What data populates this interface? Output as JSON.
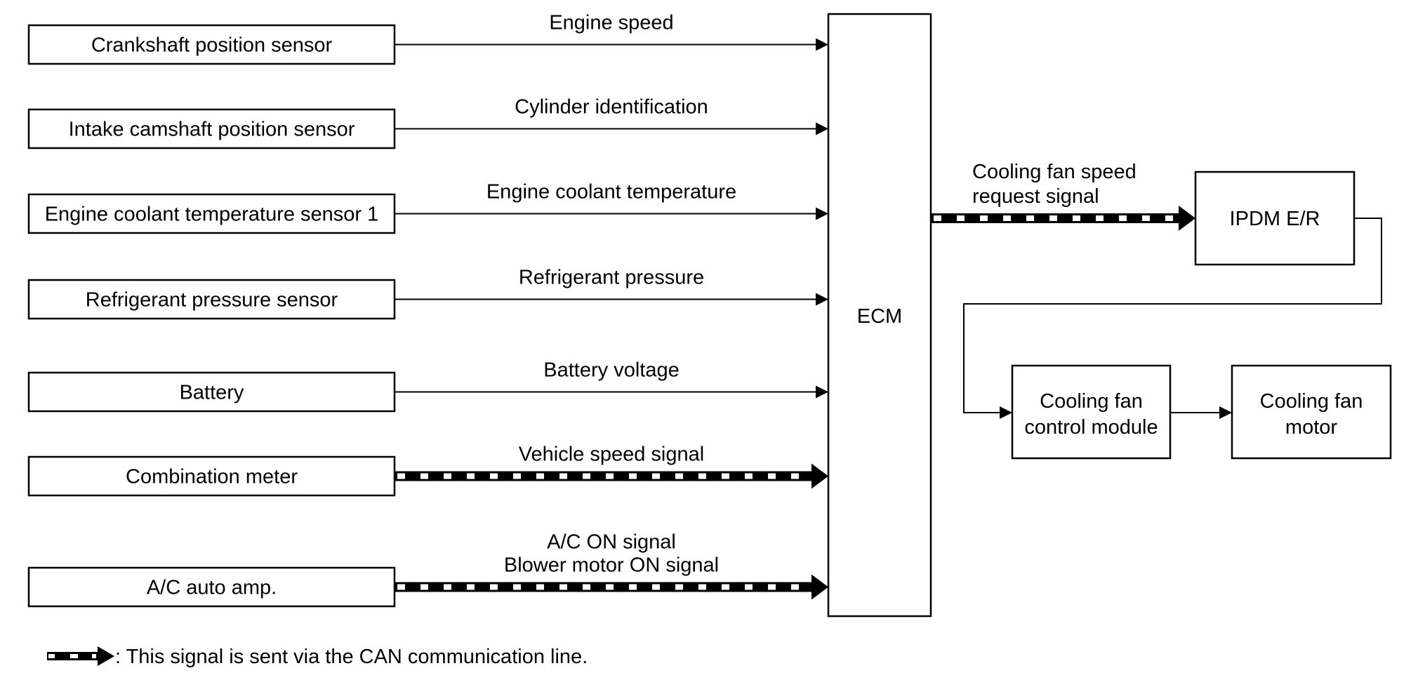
{
  "diagram": {
    "inputs": [
      {
        "component": "Crankshaft position sensor",
        "signal": [
          "Engine speed"
        ],
        "can": false
      },
      {
        "component": "Intake camshaft position sensor",
        "signal": [
          "Cylinder identification"
        ],
        "can": false
      },
      {
        "component": "Engine coolant temperature sensor 1",
        "signal": [
          "Engine coolant temperature"
        ],
        "can": false
      },
      {
        "component": "Refrigerant pressure sensor",
        "signal": [
          "Refrigerant pressure"
        ],
        "can": false
      },
      {
        "component": "Battery",
        "signal": [
          "Battery voltage"
        ],
        "can": false
      },
      {
        "component": "Combination meter",
        "signal": [
          "Vehicle speed signal"
        ],
        "can": true
      },
      {
        "component": "A/C auto amp.",
        "signal": [
          "A/C ON signal",
          "Blower motor ON signal"
        ],
        "can": true
      }
    ],
    "ecm": {
      "label": "ECM"
    },
    "output_signal": {
      "lines": [
        "Cooling fan speed",
        "request signal"
      ],
      "can": true
    },
    "ipdm": {
      "label": "IPDM E/R"
    },
    "control_module": {
      "lines": [
        "Cooling fan",
        "control module"
      ]
    },
    "motor": {
      "lines": [
        "Cooling fan",
        "motor"
      ]
    },
    "legend": {
      "text": ": This signal is sent via the CAN communication line."
    }
  },
  "colors": {
    "line": "#000000",
    "background": "#ffffff"
  }
}
